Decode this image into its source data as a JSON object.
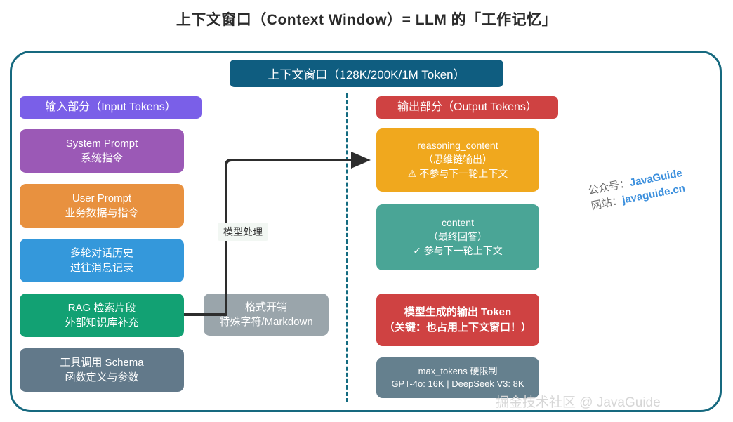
{
  "page_title": "上下文窗口（Context Window）= LLM 的「工作记忆」",
  "context_window": {
    "header": "上下文窗口（128K/200K/1M Token）",
    "header_color": "#0f5d80",
    "frame_border_color": "#16697f",
    "divider_color": "#136b80"
  },
  "input_column": {
    "section_header": {
      "label": "输入部分（Input Tokens）",
      "color": "#7a5fe8"
    },
    "blocks": [
      {
        "name": "system-prompt",
        "line1": "System Prompt",
        "line2": "系统指令",
        "color": "#9b59b6"
      },
      {
        "name": "user-prompt",
        "line1": "User Prompt",
        "line2": "业务数据与指令",
        "color": "#e8913f"
      },
      {
        "name": "chat-history",
        "line1": "多轮对话历史",
        "line2": "过往消息记录",
        "color": "#3498db"
      },
      {
        "name": "rag",
        "line1": "RAG 检索片段",
        "line2": "外部知识库补充",
        "color": "#12a173"
      },
      {
        "name": "tool-schema",
        "line1": "工具调用 Schema",
        "line2": "函数定义与参数",
        "color": "#62798a"
      }
    ]
  },
  "middle": {
    "format_overhead": {
      "line1": "格式开销",
      "line2": "特殊字符/Markdown",
      "color": "#9aa5ab"
    },
    "process_label": "模型处理",
    "arrow_color": "#2d2d2d"
  },
  "output_column": {
    "section_header": {
      "label": "输出部分（Output Tokens）",
      "color": "#cf4242"
    },
    "blocks": [
      {
        "name": "reasoning-content",
        "line1": "reasoning_content",
        "line2": "（思维链输出）",
        "icon": "warning-triangle-icon",
        "icon_glyph": "⚠",
        "line3": "不参与下一轮上下文",
        "color": "#f0a81e"
      },
      {
        "name": "content",
        "line1": "content",
        "line2": "（最终回答）",
        "icon": "check-mark-icon",
        "icon_glyph": "✓",
        "line3": "参与下一轮上下文",
        "color": "#4aa596"
      },
      {
        "name": "output-token",
        "line1": "模型生成的输出 Token",
        "line2": "（关键：也占用上下文窗口！）",
        "color": "#cf4242"
      },
      {
        "name": "max-tokens",
        "line1": "max_tokens 硬限制",
        "line2": "GPT-4o: 16K | DeepSeek V3: 8K",
        "color": "#65808e"
      }
    ]
  },
  "watermarks": {
    "brand": {
      "line1_label": "公众号：",
      "line1_value": "JavaGuide",
      "line2_label": "网站：",
      "line2_value": "javaguide.cn",
      "value_color": "#3b8fdd"
    },
    "footer": "掘金技术社区 @ JavaGuide"
  }
}
